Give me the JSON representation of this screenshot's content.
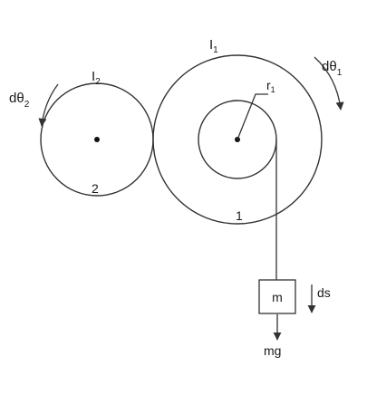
{
  "labels": {
    "I1": "I",
    "I1_sub": "1",
    "I2": "I",
    "I2_sub": "2",
    "dtheta1": "dθ",
    "dtheta1_sub": "1",
    "dtheta2": "dθ",
    "dtheta2_sub": "2",
    "r1": "r",
    "r1_sub": "1",
    "wheel1": "1",
    "wheel2": "2",
    "mass": "m",
    "ds": "ds",
    "mg": "mg"
  },
  "colors": {
    "stroke": "#333333",
    "text": "#1a1a1a",
    "background": "#ffffff"
  }
}
